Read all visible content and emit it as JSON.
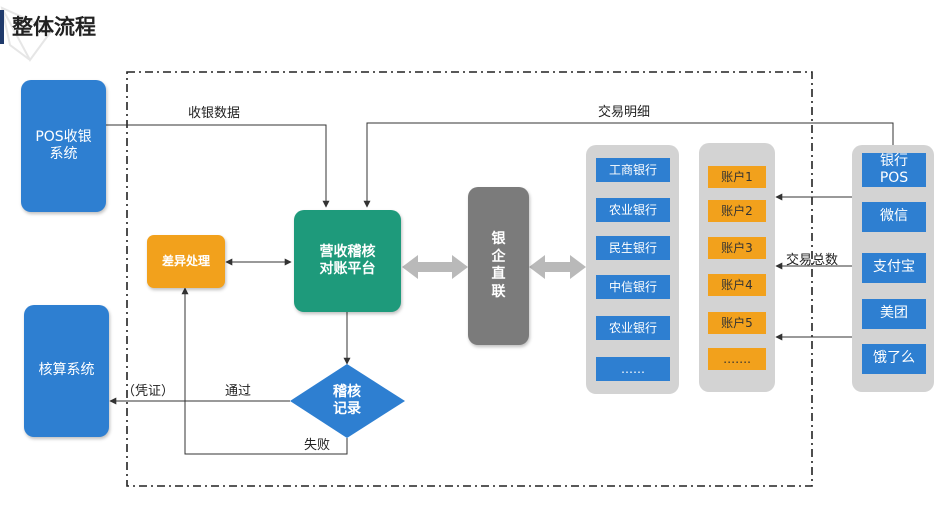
{
  "page": {
    "title": "整体流程"
  },
  "nodes": {
    "pos_system": "POS收银\n系统",
    "accounting_system": "核算系统",
    "diff_handling": "差异处理",
    "platform": "营收稽核\n对账平台",
    "audit_record": "稽核\n记录",
    "bank_direct": "银\n企\n直\n联"
  },
  "banks": [
    "工商银行",
    "农业银行",
    "民生银行",
    "中信银行",
    "农业银行",
    "……"
  ],
  "accounts": [
    "账户1",
    "账户2",
    "账户3",
    "账户4",
    "账户5",
    "……."
  ],
  "channels": [
    "银行\nPOS",
    "微信",
    "支付宝",
    "美团",
    "饿了么"
  ],
  "labels": {
    "pos_data": "收银数据",
    "txn_detail": "交易明细",
    "txn_total": "交易总数",
    "pass": "通过",
    "voucher": "（凭证）",
    "fail": "失败"
  },
  "colors": {
    "blue": "#2e7fd1",
    "orange": "#f2a11c",
    "teal": "#1e9a7b",
    "gray": "#7b7b7b",
    "panel": "#d3d3d3",
    "title_bar": "#1f3a6b"
  }
}
